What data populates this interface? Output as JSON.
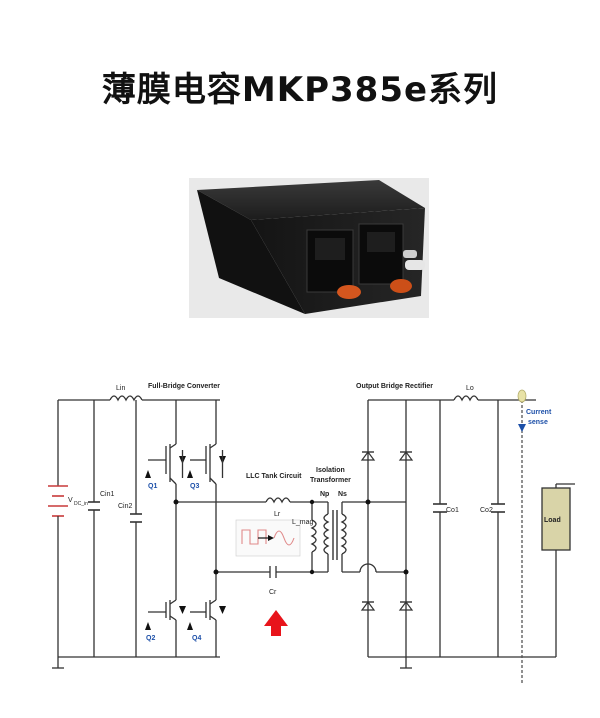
{
  "title": "薄膜电容MKP385e系列",
  "colors": {
    "wire": "#333333",
    "accent_arrow": "#e8141b",
    "sense_label": "#1c4fa8",
    "load_box": "#d9d4a8",
    "signal_trace": "#e08a8a",
    "product_body": "#1b1b1b",
    "connector_orange": "#d4561e"
  },
  "circuit": {
    "labels": {
      "lin": "Lin",
      "full_bridge": "Full-Bridge Converter",
      "vdc": "V",
      "vdc_sub": "DC_in",
      "cin1": "Cin1",
      "cin2": "Cin2",
      "q1": "Q1",
      "q2": "Q2",
      "q3": "Q3",
      "q4": "Q4",
      "llc_tank": "LLC Tank Circuit",
      "lr": "Lr",
      "lmag": "L_mag",
      "cr": "Cr",
      "isolation": "Isolation",
      "transformer": "Transformer",
      "np": "Np",
      "ns": "Ns",
      "output_bridge": "Output Bridge Rectifier",
      "lo": "Lo",
      "co1": "Co1",
      "co2": "Co2",
      "current": "Current",
      "sense": "sense",
      "load": "Load"
    }
  }
}
